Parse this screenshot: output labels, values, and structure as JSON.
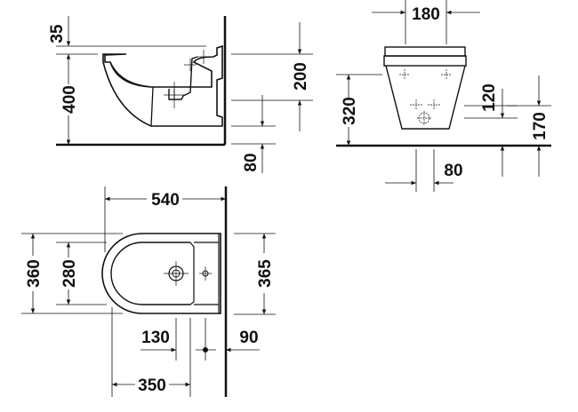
{
  "drawing": {
    "title": "Wall-mounted bidet dimension drawing",
    "colors": {
      "line": "#111111",
      "background": "#ffffff"
    },
    "side_view": {
      "dimensions": {
        "rim_offset": "35",
        "rim_height": "400",
        "inlet_height": "200",
        "floor_clearance": "80"
      }
    },
    "front_view": {
      "dimensions": {
        "width": "180",
        "height": "320",
        "fixing_height": "120",
        "outlet_height": "170",
        "fixing_spacing": "80"
      }
    },
    "top_view": {
      "dimensions": {
        "length": "540",
        "outer_width": "360",
        "inner_width": "280",
        "wall_width": "365",
        "tap_hole_offset": "130",
        "wall_offset": "90",
        "depth": "350"
      }
    }
  }
}
